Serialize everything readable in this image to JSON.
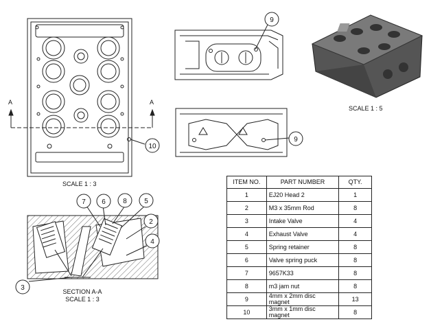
{
  "views": {
    "top_scale": "SCALE 1 : 3",
    "iso_scale": "SCALE 1 : 5",
    "section_title": "SECTION A-A",
    "section_scale": "SCALE 1 : 3",
    "section_marker": "A"
  },
  "balloons": [
    "9",
    "10",
    "9",
    "7",
    "6",
    "8",
    "5",
    "2",
    "4",
    "3"
  ],
  "bom": {
    "headers": [
      "ITEM NO.",
      "PART NUMBER",
      "QTY."
    ],
    "rows": [
      {
        "item": "1",
        "part": "EJ20 Head 2",
        "qty": "1"
      },
      {
        "item": "2",
        "part": "M3 x 35mm Rod",
        "qty": "8"
      },
      {
        "item": "3",
        "part": "Intake Valve",
        "qty": "4"
      },
      {
        "item": "4",
        "part": "Exhaust Valve",
        "qty": "4"
      },
      {
        "item": "5",
        "part": "Spring retainer",
        "qty": "8"
      },
      {
        "item": "6",
        "part": "Valve spring puck",
        "qty": "8"
      },
      {
        "item": "7",
        "part": "9657K33",
        "qty": "8"
      },
      {
        "item": "8",
        "part": "m3 jam nut",
        "qty": "8"
      },
      {
        "item": "9",
        "part": "4mm x 2mm disc magnet",
        "qty": "13"
      },
      {
        "item": "10",
        "part": "3mm x 1mm disc magnet",
        "qty": "8"
      }
    ]
  }
}
